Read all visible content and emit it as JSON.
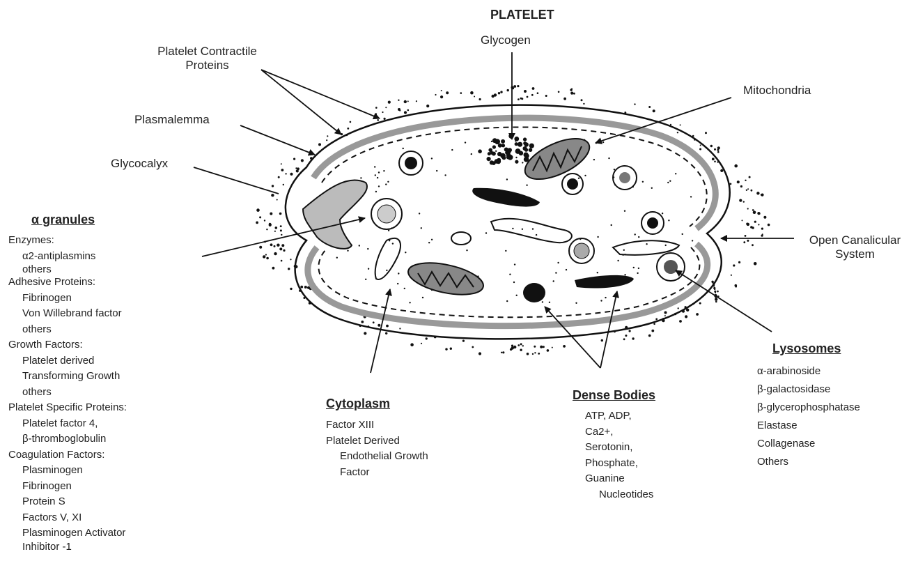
{
  "title": "PLATELET",
  "labels": {
    "glycogen": "Glycogen",
    "contractile": [
      "Platelet Contractile",
      "Proteins"
    ],
    "mitochondria": "Mitochondria",
    "plasmalemma": "Plasmalemma",
    "glycocalyx": "Glycocalyx",
    "open_canalicular": [
      "Open Canalicular",
      "System"
    ]
  },
  "alpha_granules": {
    "heading": "α granules",
    "items": [
      "Enzymes:",
      "α2-antiplasmins",
      "others",
      "Adhesive Proteins:",
      "Fibrinogen",
      "Von Willebrand factor",
      "others",
      "Growth Factors:",
      "Platelet derived",
      "Transforming Growth",
      "others",
      "Platelet Specific Proteins:",
      "Platelet factor 4,",
      "β-thromboglobulin",
      "Coagulation Factors:",
      "Plasminogen",
      "Fibrinogen",
      "Protein S",
      "Factors V, XI",
      "Plasminogen Activator",
      "Inhibitor -1"
    ]
  },
  "cytoplasm": {
    "heading": "Cytoplasm",
    "items": [
      "Factor XIII",
      "Platelet Derived",
      "Endothelial Growth",
      "Factor"
    ]
  },
  "dense_bodies": {
    "heading": "Dense Bodies",
    "items": [
      "ATP, ADP,",
      "Ca2+,",
      "Serotonin,",
      "Phosphate,",
      "Guanine",
      "Nucleotides"
    ]
  },
  "lysosomes": {
    "heading": "Lysosomes",
    "items": [
      "α-arabinoside",
      "β-galactosidase",
      "β-glycerophosphatase",
      "Elastase",
      "Collagenase",
      "Others"
    ]
  }
}
